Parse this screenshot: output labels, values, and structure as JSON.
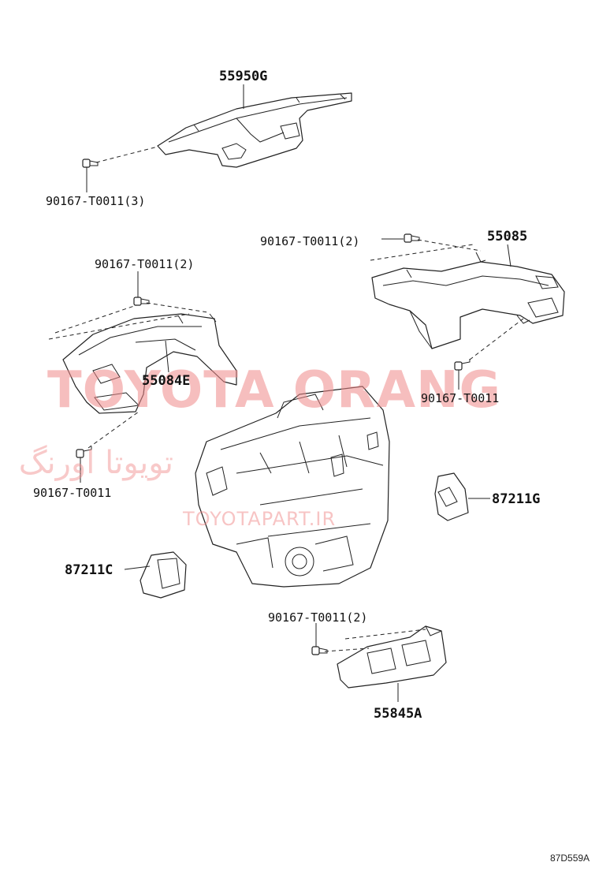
{
  "diagram": {
    "labels": {
      "part_55950g": "55950G",
      "bolt_top": "90167-T0011(3)",
      "bolt_right_top": "90167-T0011(2)",
      "part_55085": "55085",
      "bolt_left_top": "90167-T0011(2)",
      "part_55084e": "55084E",
      "bolt_right_mid": "90167-T0011",
      "bolt_left_mid": "90167-T0011",
      "part_87211g": "87211G",
      "part_87211c": "87211C",
      "bolt_bottom": "90167-T0011(2)",
      "part_55845a": "55845A"
    },
    "watermark": {
      "brand": "TOYOTA ORANG",
      "arabic": "تویوتا اورنگ",
      "site": "TOYOTAPART.IR"
    },
    "figure_code": "87D559A"
  }
}
